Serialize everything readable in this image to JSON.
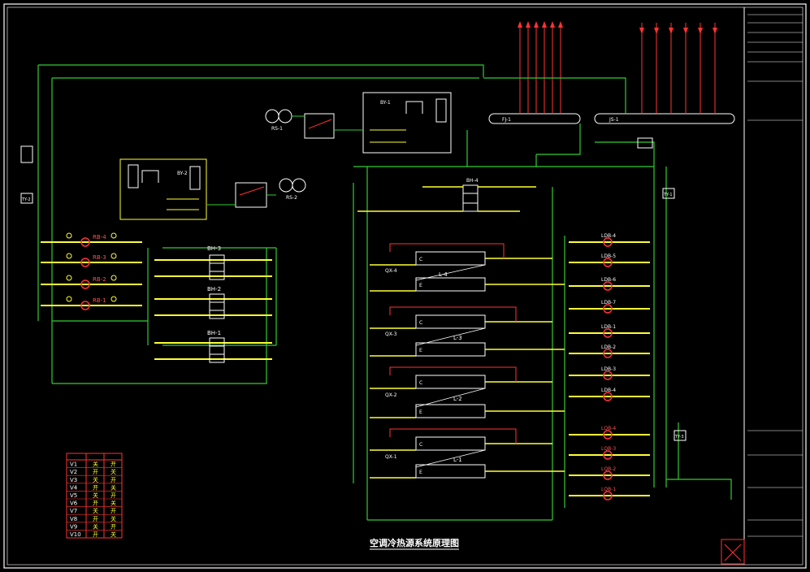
{
  "drawing": {
    "title": "空调冷热源系统原理图"
  },
  "equipment": {
    "chillers": [
      "L-1",
      "L-2",
      "L-3",
      "L-4"
    ],
    "chiller_tags": [
      "QX-1",
      "QX-2",
      "QX-3",
      "QX-4"
    ],
    "heat_exchangers": [
      "BH-1",
      "BH-2",
      "BH-3",
      "BH-4"
    ],
    "softeners": [
      "RS-1",
      "RS-2"
    ],
    "expansion": [
      "BY-1",
      "BY-2"
    ],
    "manifolds": [
      "FJ-1",
      "JS-1"
    ],
    "pressure_units": [
      "TY-1",
      "TY-2",
      "TY-3"
    ],
    "chilled_pumps": [
      "LDB-4",
      "LDB-5",
      "LDB-6",
      "LDB-7",
      "LDB-1",
      "LDB-2",
      "LDB-3",
      "LDB-4"
    ],
    "cooling_pumps": [
      "LQB-4",
      "LQB-3",
      "LQB-2",
      "LQB-1"
    ],
    "heating_pumps": [
      "RB-4",
      "RB-3",
      "RB-2",
      "RB-1"
    ]
  },
  "valve_table": {
    "rows": [
      "V1",
      "V2",
      "V3",
      "V4",
      "V5",
      "V6",
      "V7",
      "V8",
      "V9",
      "V10"
    ],
    "col_a": [
      "关",
      "开",
      "关",
      "开",
      "关",
      "开",
      "关",
      "开",
      "关",
      "开"
    ],
    "col_b": [
      "开",
      "关",
      "开",
      "关",
      "开",
      "关",
      "开",
      "关",
      "开",
      "关"
    ]
  }
}
